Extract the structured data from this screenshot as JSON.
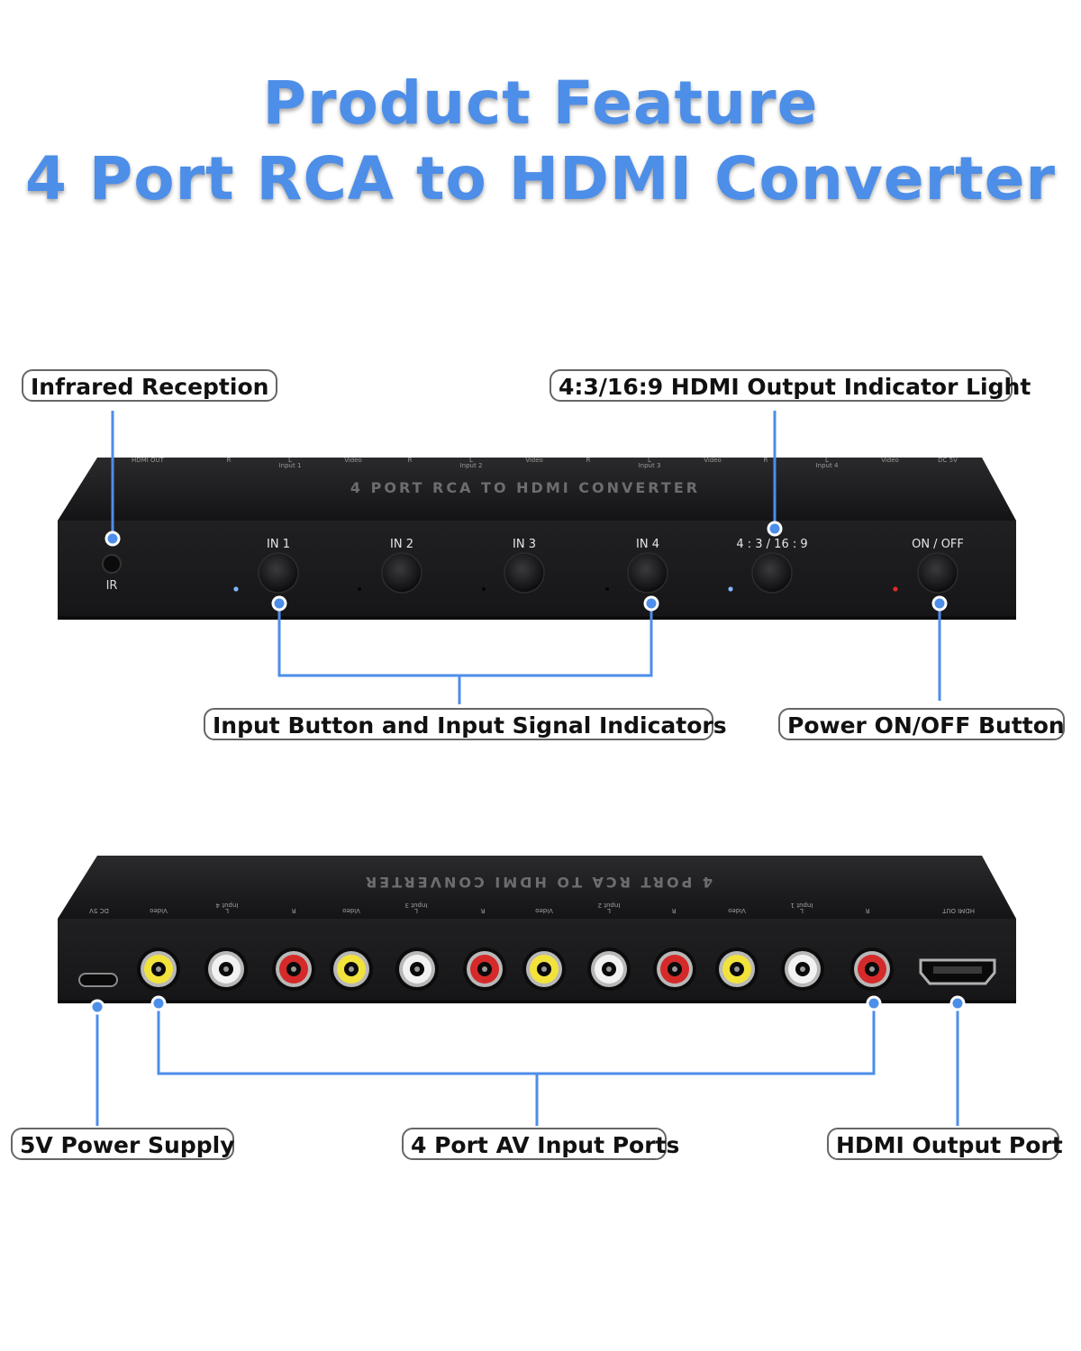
{
  "header": {
    "title_line1": "Product Feature",
    "title_line2": "4 Port RCA to HDMI Converter"
  },
  "front_panel": {
    "model_text": "4 PORT RCA TO HDMI CONVERTER",
    "ir_label": "IR",
    "buttons": [
      {
        "label": "IN 1",
        "led": "blue"
      },
      {
        "label": "IN 2",
        "led": "off"
      },
      {
        "label": "IN 3",
        "led": "off"
      },
      {
        "label": "IN 4",
        "led": "off"
      },
      {
        "label": "4 : 3 / 16 : 9",
        "led": "blue"
      },
      {
        "label": "ON / OFF",
        "led": "red"
      }
    ],
    "top_labels": [
      "HDMI OUT",
      "R",
      "L",
      "Video",
      "Input 1",
      "R",
      "L",
      "Video",
      "Input 2",
      "R",
      "L",
      "Video",
      "Input 3",
      "R",
      "L",
      "Video",
      "Input 4",
      "DC 5V"
    ]
  },
  "rear_panel": {
    "model_text": "4 PORT RCA TO HDMI CONVERTER",
    "port_labels": [
      "DC 5V",
      "Video",
      "L",
      "R",
      "Input 4",
      "Video",
      "L",
      "R",
      "Input 3",
      "Video",
      "L",
      "R",
      "Input 2",
      "Video",
      "L",
      "R",
      "Input 1",
      "HDMI OUT"
    ],
    "rca_colors": [
      "yellow",
      "white",
      "red",
      "yellow",
      "white",
      "red",
      "yellow",
      "white",
      "red",
      "yellow",
      "white",
      "red"
    ]
  },
  "callouts": {
    "infrared": "Infrared Reception",
    "aspect_light": "4:3/16:9 HDMI Output Indicator Light",
    "input_buttons": "Input Button and Input Signal Indicators",
    "power_button": "Power ON/OFF Button",
    "power_supply": "5V Power Supply",
    "av_inputs": "4 Port AV Input Ports",
    "hdmi_out": "HDMI Output Port"
  },
  "colors": {
    "accent": "#4d8ee8",
    "device_body": "#1c1c1e",
    "led_blue": "#7fb8ff",
    "led_red": "#e0282a"
  }
}
